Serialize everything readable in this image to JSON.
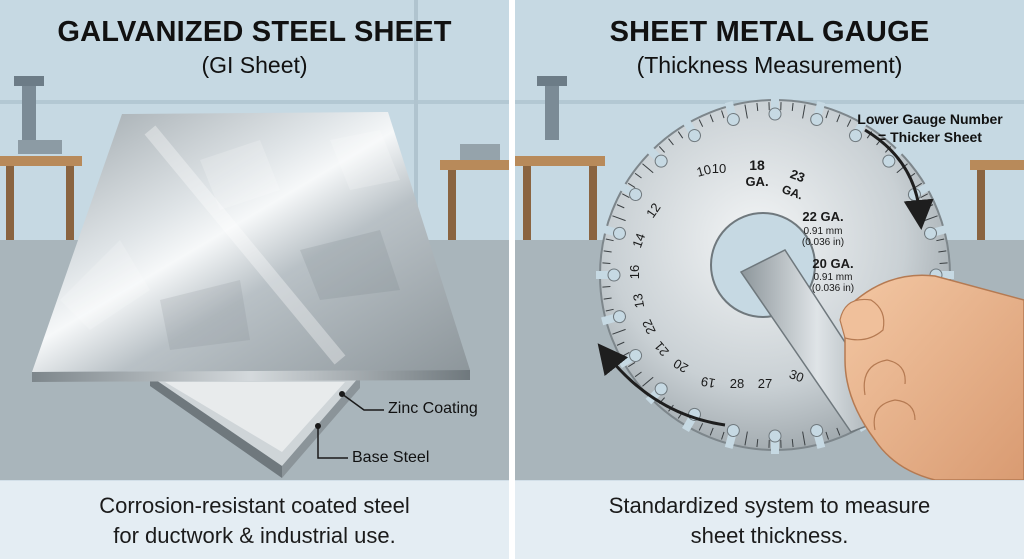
{
  "left_panel": {
    "title": "GALVANIZED STEEL SHEET",
    "subtitle": "(GI Sheet)",
    "callouts": {
      "zinc": "Zinc Coating",
      "base": "Base Steel"
    },
    "caption": [
      "Corrosion-resistant coated steel",
      "for ductwork & industrial use."
    ]
  },
  "right_panel": {
    "title": "SHEET METAL GAUGE",
    "subtitle": "(Thickness Measurement)",
    "note": [
      "Lower Gauge Number",
      "= Thicker Sheet"
    ],
    "gauge_numbers": [
      "10",
      "10",
      "18",
      "GA.",
      "23",
      "GA.",
      "12",
      "14",
      "16",
      "13",
      "22",
      "21",
      "20",
      "19",
      "28",
      "27",
      "30"
    ],
    "readings": [
      {
        "gauge": "22 GA.",
        "mm": "0.91 mm",
        "inch": "(0.036 in)"
      },
      {
        "gauge": "20 GA.",
        "mm": "0.91 mm",
        "inch": "(0.036 in)"
      }
    ],
    "caption": [
      "Standardized system to measure",
      "sheet thickness."
    ]
  },
  "colors": {
    "background": "#c9dbe5",
    "floor": "#9eaab0",
    "steel": "#c2c9cd",
    "caption_band": "#e4edf3",
    "arrow": "#1e1e1e"
  }
}
